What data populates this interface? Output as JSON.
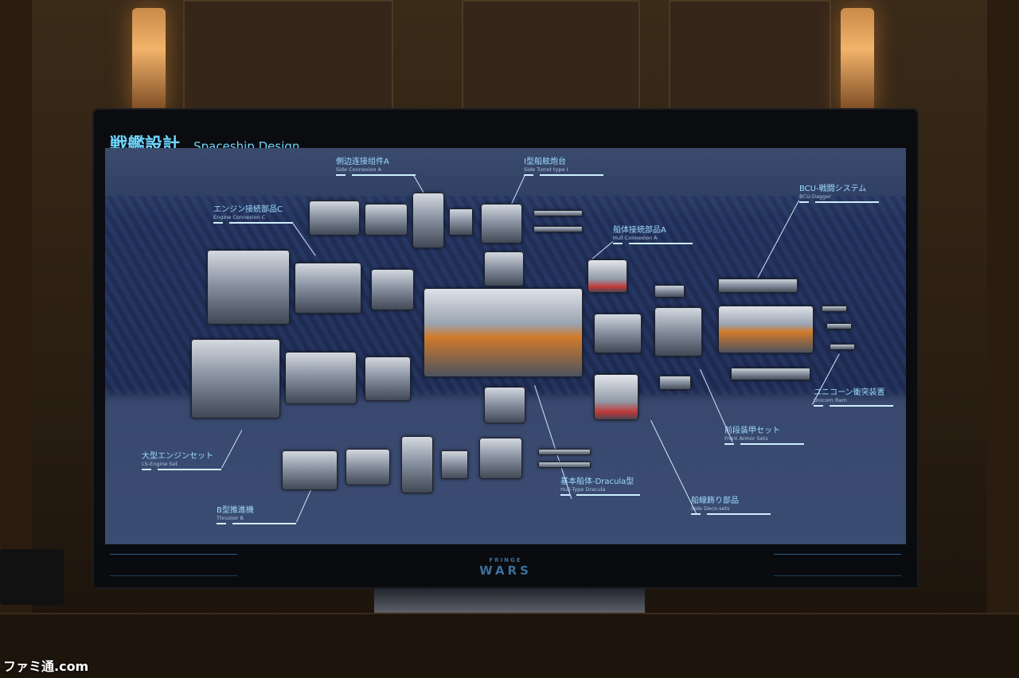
{
  "screen": {
    "title_jp": "戦艦設計",
    "title_en": "Spaceship Design"
  },
  "labels": {
    "side_connexion": {
      "jp": "側边连接组件A",
      "en": "Side Connexion A"
    },
    "side_turret": {
      "jp": "I型船舷炮台",
      "en": "Side Turret type I"
    },
    "engine_connexion": {
      "jp": "エンジン接続部品C",
      "en": "Engine Connexion C"
    },
    "hull_connexion": {
      "jp": "船体接続部品A",
      "en": "Hull Connexion A"
    },
    "bcu": {
      "jp": "BCU-戦闘システム",
      "en": "BCU-Dagger"
    },
    "ls_engine": {
      "jp": "大型エンジンセット",
      "en": "LS-Engine Set"
    },
    "thruster": {
      "jp": "B型推進機",
      "en": "Thruster B"
    },
    "hull_type": {
      "jp": "基本船体-Dracula型",
      "en": "Hull-Type Dracula"
    },
    "side_deco": {
      "jp": "船線飾り部品",
      "en": "Side Deco-sets"
    },
    "front_armor": {
      "jp": "前段装甲セット",
      "en": "Front Armor Sets"
    },
    "unicorn_ram": {
      "jp": "ユニコーン衝突装置",
      "en": "Unicorn Ram"
    }
  },
  "tv_logo": {
    "top": "FRINGE",
    "main": "WARS"
  },
  "watermark": "ファミ通.com"
}
